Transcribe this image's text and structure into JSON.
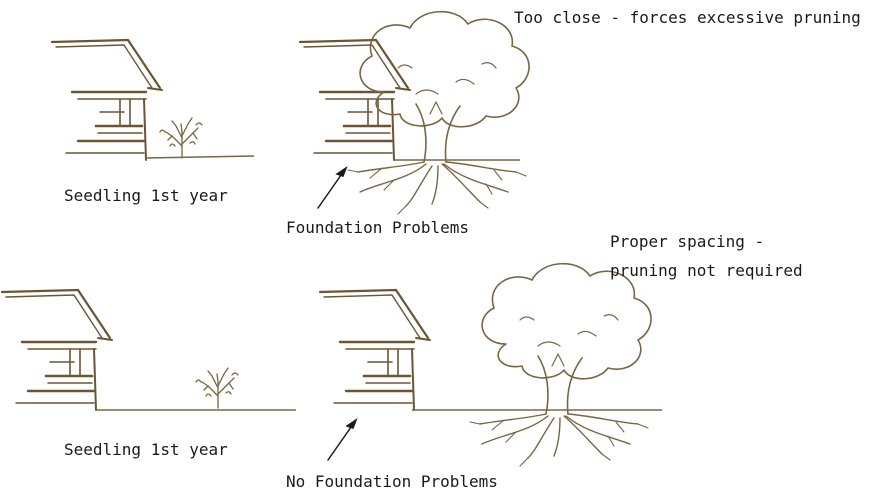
{
  "colors": {
    "line": "#7a6540",
    "house": "#6b5533",
    "text": "#1a1a1a"
  },
  "rows": [
    {
      "left": {
        "caption": "Seedling 1st year"
      },
      "right": {
        "note_lines": [
          "Too close - forces excessive pruning"
        ],
        "caption": "Foundation Problems"
      }
    },
    {
      "left": {
        "caption": "Seedling 1st year"
      },
      "right": {
        "note_lines": [
          "Proper spacing -",
          "pruning not required"
        ],
        "caption": "No Foundation Problems"
      }
    }
  ]
}
